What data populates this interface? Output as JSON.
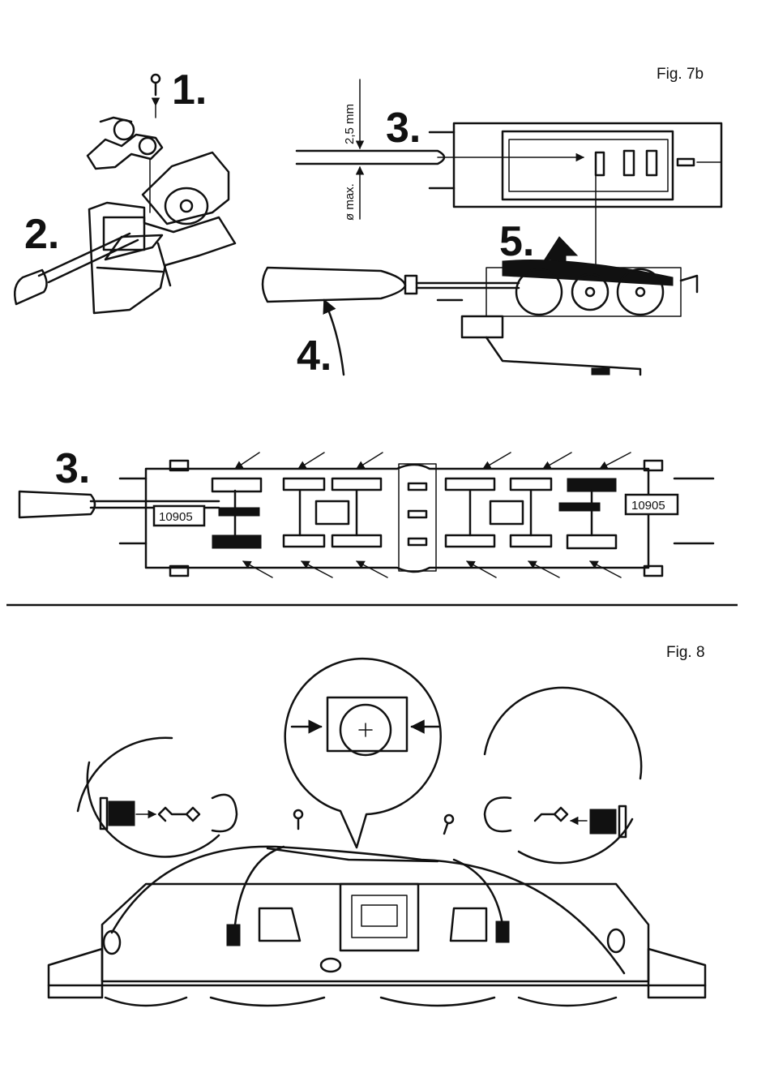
{
  "figure_7b": {
    "caption": "Fig. 7b",
    "step_1": "1.",
    "step_2": "2.",
    "step_3": "3.",
    "step_4": "4.",
    "step_5": "5.",
    "dimension_top": "2,5 mm",
    "dimension_bottom": "ø max."
  },
  "chassis_view": {
    "step_label": "3.",
    "plate_left": "10905",
    "plate_right": "10905"
  },
  "figure_8": {
    "caption": "Fig. 8"
  }
}
